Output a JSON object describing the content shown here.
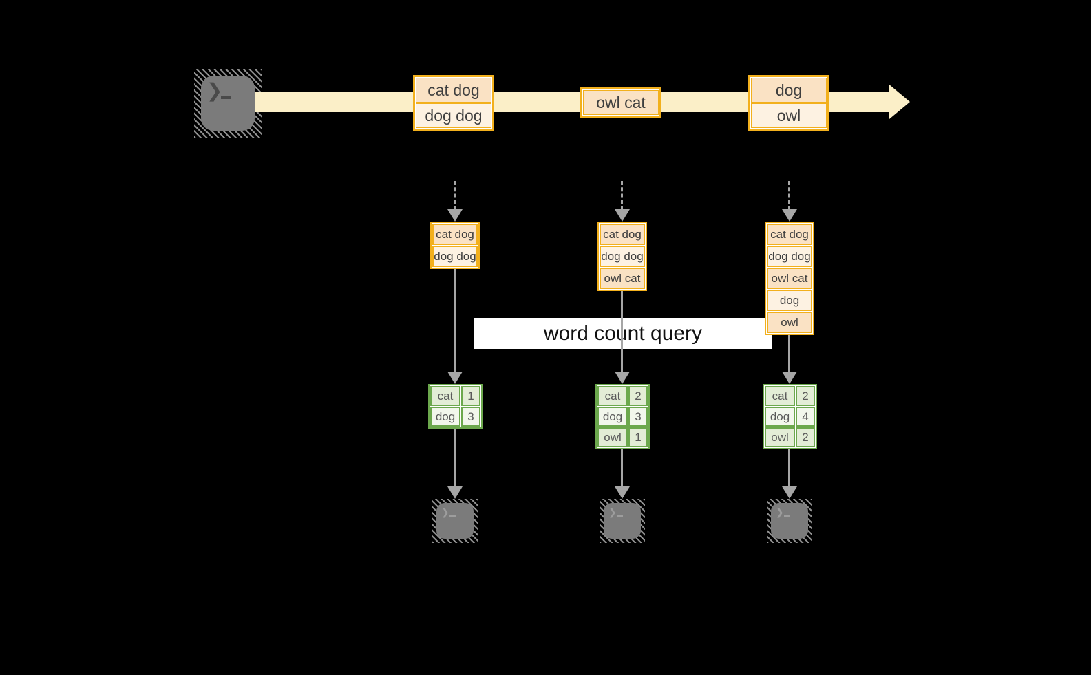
{
  "colors": {
    "background": "#000000",
    "orange_border": "#F2B01D",
    "peach_fill": "#FAE2C4",
    "cream_fill": "#FDF2E2",
    "stream_arrow": "#FBEFC8",
    "green_border": "#6CA84D",
    "green_row_fill": "#E3EDD6",
    "green_row_alt_fill": "#F2F7EC",
    "arrow_gray": "#A6A6A6",
    "terminal_gray": "#7B7B7B",
    "label_bg": "#FFFFFF"
  },
  "icons": {
    "prompt_chevron": "❯"
  },
  "query_label": "word count query",
  "stream": {
    "batches": [
      {
        "records": [
          "cat dog",
          "dog dog"
        ]
      },
      {
        "records": [
          "owl cat"
        ]
      },
      {
        "records": [
          "dog",
          "owl"
        ]
      }
    ]
  },
  "columns": [
    {
      "input_batch": [
        "cat dog",
        "dog dog"
      ],
      "result_rows": [
        {
          "word": "cat",
          "count": "1"
        },
        {
          "word": "dog",
          "count": "3"
        }
      ]
    },
    {
      "input_batch": [
        "cat dog",
        "dog dog",
        "owl cat"
      ],
      "result_rows": [
        {
          "word": "cat",
          "count": "2"
        },
        {
          "word": "dog",
          "count": "3"
        },
        {
          "word": "owl",
          "count": "1"
        }
      ]
    },
    {
      "input_batch": [
        "cat dog",
        "dog dog",
        "owl cat",
        "dog",
        "owl"
      ],
      "result_rows": [
        {
          "word": "cat",
          "count": "2"
        },
        {
          "word": "dog",
          "count": "4"
        },
        {
          "word": "owl",
          "count": "2"
        }
      ]
    }
  ]
}
